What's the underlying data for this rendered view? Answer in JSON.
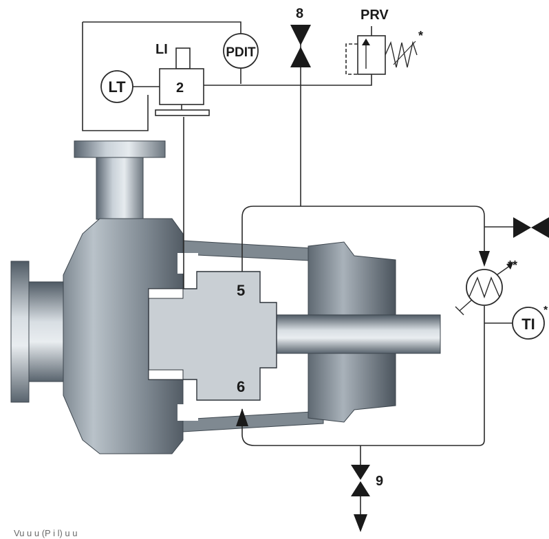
{
  "labels": {
    "valve_top": "8",
    "prv": "PRV",
    "prv_star": "*",
    "level_indicator": "LI",
    "reservoir": "2",
    "level_transmitter": "LT",
    "pdit": "PDIT",
    "seal_inlet": "5",
    "seal_outlet": "6",
    "drain_valve": "9",
    "cooler_stars": "**",
    "temp_indicator": "TI",
    "ti_star": "*"
  },
  "footnote": "Vu                  u      u    (P   i  l)     u          u"
}
